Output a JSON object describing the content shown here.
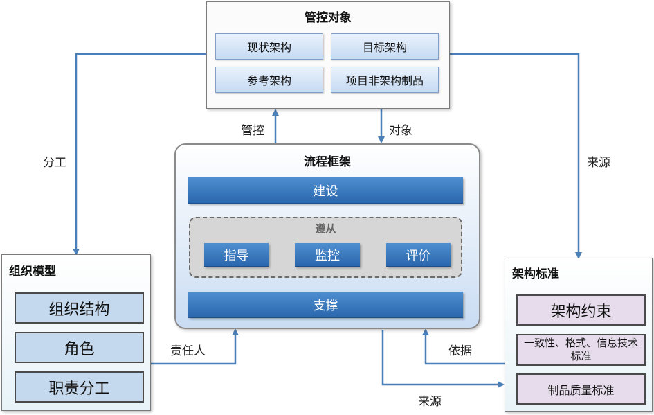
{
  "control_objects": {
    "title": "管控对象",
    "items": [
      "现状架构",
      "目标架构",
      "参考架构",
      "项目非架构制品"
    ]
  },
  "process_framework": {
    "title": "流程框架",
    "build": "建设",
    "comply": {
      "title": "遵从",
      "items": [
        "指导",
        "监控",
        "评价"
      ]
    },
    "support": "支撑"
  },
  "org_model": {
    "title": "组织模型",
    "items": [
      "组织结构",
      "角色",
      "职责分工"
    ]
  },
  "arch_standards": {
    "title": "架构标准",
    "items": [
      "架构约束",
      "一致性、格式、信息技术标准",
      "制品质量标准"
    ]
  },
  "edges": {
    "division": "分工",
    "source_top": "来源",
    "control": "管控",
    "object": "对象",
    "responsible": "责任人",
    "basis": "依据",
    "source_bottom": "来源"
  },
  "colors": {
    "arrow": "#4b7fb8",
    "accent_dark": "#2f6db5",
    "accent_light": "#c8dcf4"
  }
}
